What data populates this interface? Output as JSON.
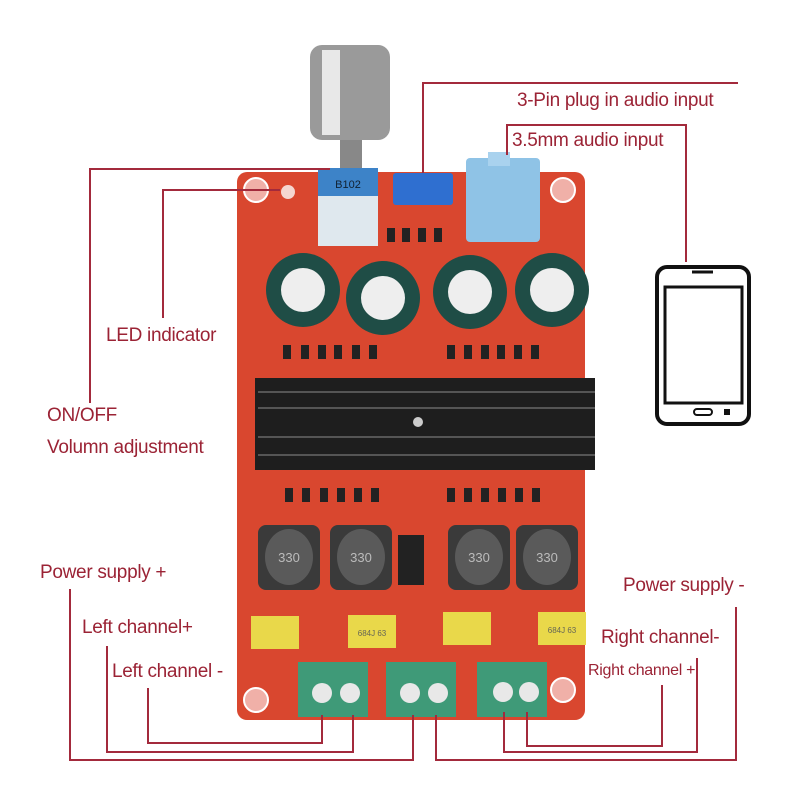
{
  "labels": {
    "three_pin": "3-Pin plug in audio input",
    "jack": "3.5mm audio input",
    "led": "LED indicator",
    "onoff": "ON/OFF",
    "volume": "Volumn adjustment",
    "power_plus": "Power supply +",
    "left_plus": "Left channel+",
    "left_minus": "Left channel -",
    "power_minus": "Power supply -",
    "right_minus": "Right channel-",
    "right_plus": "Right channel +"
  },
  "board": {
    "inductor_marking": "330",
    "capacitor_marking": "684J 63",
    "pot_marking": "B102"
  },
  "colors": {
    "annotation": "#a32a3c",
    "pcb": "#d9472f",
    "heatsink": "#1e1e1e",
    "terminal": "#3f9a78",
    "jack": "#8fc3e6",
    "connector": "#2f6fd0",
    "film_cap": "#e9d84a"
  },
  "icons": [
    "smartphone-icon"
  ]
}
